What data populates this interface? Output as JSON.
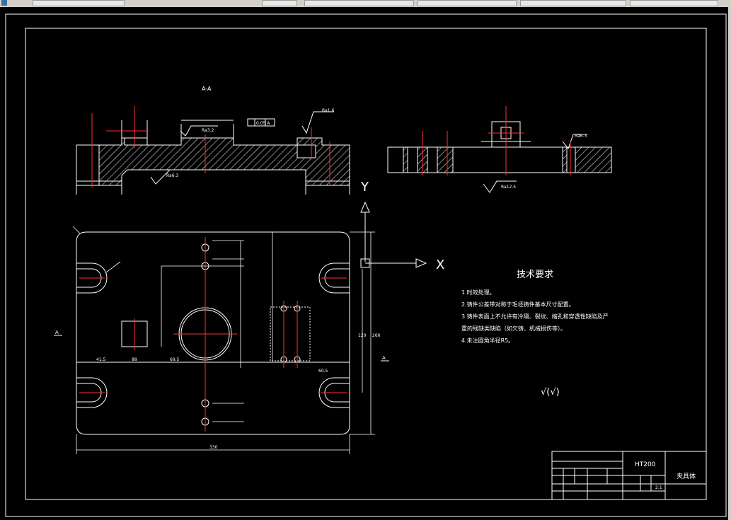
{
  "toolbar": {
    "tabs": [
      "",
      "",
      "",
      "",
      "",
      ""
    ],
    "colors": {
      "bg": "#d4d0c8"
    }
  },
  "drawing": {
    "section_label": "A-A",
    "view_label_a_left": "A",
    "view_label_a_right": "A",
    "axis_x": "X",
    "axis_y": "Y",
    "tech_title": "技术要求",
    "tech_items": [
      "1.时效处理。",
      "2.铸件公差带对称于毛坯铸件基本尺寸配置。",
      "3.铸件表面上不允许有冷隔、裂纹、缩孔和穿透性缺陷及严",
      "重的残缺类缺陷（如欠铸、机械损伤等）。",
      "4.未注圆角半径R5。"
    ],
    "roughness_symbol": "√(√)",
    "material": "HT200",
    "part_name": "夹具体",
    "dims": {
      "overall_width": "330",
      "overall_height": "260",
      "d1": "41.5",
      "d2": "88",
      "d3": "69.5",
      "d4": "60.5",
      "d5": "120",
      "ra1": "Ra6.3",
      "ra2": "Ra3.2",
      "ra3": "Ra1.6",
      "ra4": "Ra12.5",
      "ra5": "Ra6.3",
      "tol": "0.05 A",
      "scale": "2:1"
    },
    "colors": {
      "line": "#ffffff",
      "center": "#ff3030",
      "hatch": "#ffffff",
      "dim": "#ffffff"
    }
  }
}
